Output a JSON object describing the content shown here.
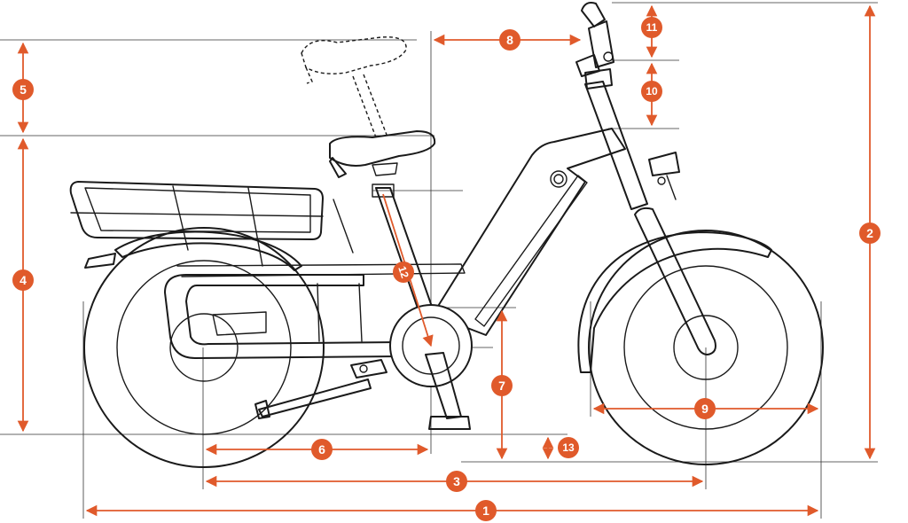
{
  "accent_color": "#e05a2b",
  "line_color": "#1a1a1a",
  "dimensions": [
    {
      "id": "1",
      "label": "1"
    },
    {
      "id": "2",
      "label": "2"
    },
    {
      "id": "3",
      "label": "3"
    },
    {
      "id": "4",
      "label": "4"
    },
    {
      "id": "5",
      "label": "5"
    },
    {
      "id": "6",
      "label": "6"
    },
    {
      "id": "7",
      "label": "7"
    },
    {
      "id": "8",
      "label": "8"
    },
    {
      "id": "9",
      "label": "9"
    },
    {
      "id": "10",
      "label": "10"
    },
    {
      "id": "11",
      "label": "11"
    },
    {
      "id": "12",
      "label": "12"
    },
    {
      "id": "13",
      "label": "13"
    }
  ]
}
